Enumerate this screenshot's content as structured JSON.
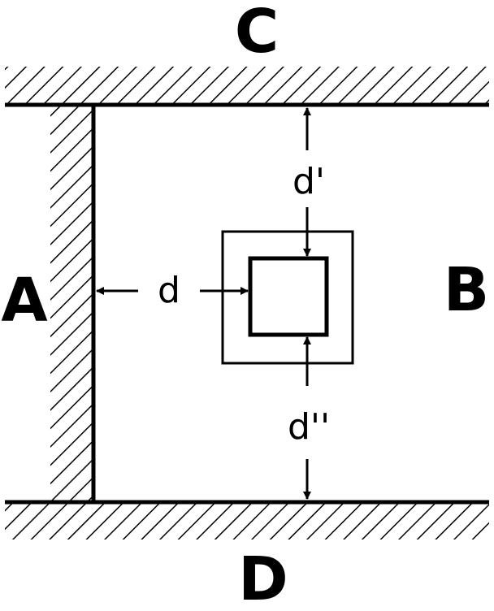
{
  "labels": {
    "top_wall": "C",
    "left_wall": "A",
    "right_side": "B",
    "bottom_wall": "D"
  },
  "dimensions": {
    "side_gap": "d",
    "top_gap": "d'",
    "bottom_gap": "d''"
  },
  "colors": {
    "ink": "#000000",
    "background": "#ffffff"
  }
}
